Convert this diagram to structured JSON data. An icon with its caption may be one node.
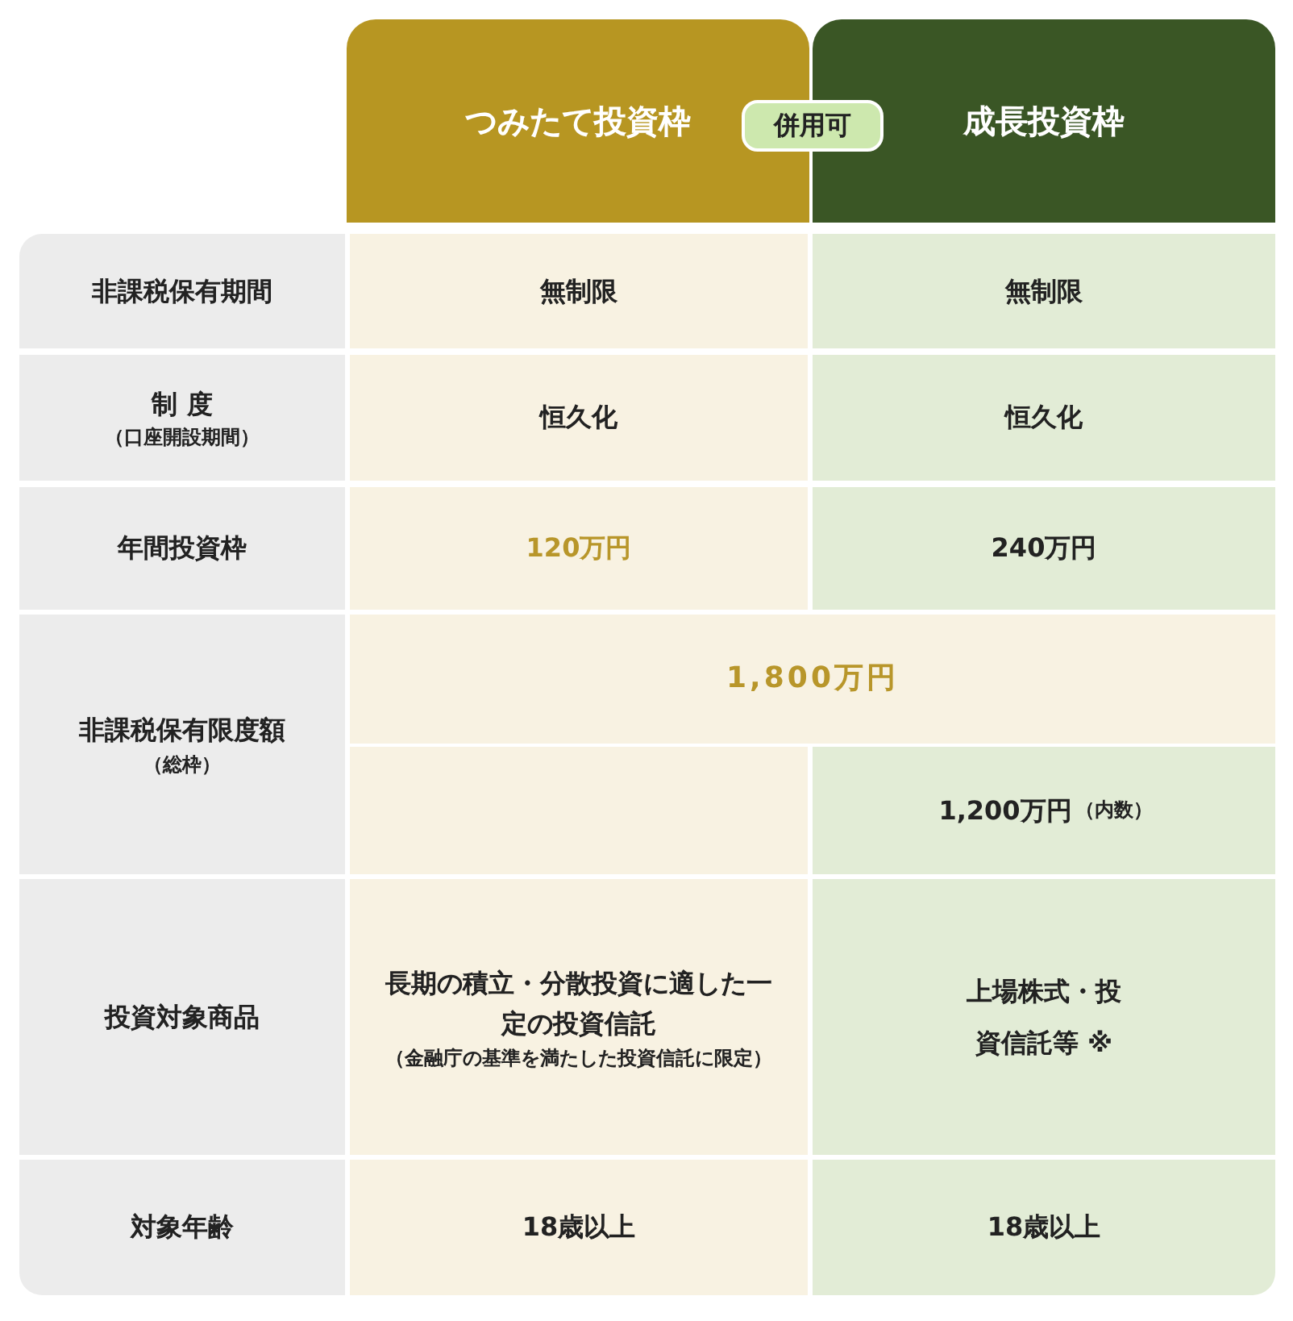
{
  "diagram": {
    "labels": [
      "つみたて投資枠",
      "併用可",
      "成長投資枠",
      "非課税保有期間",
      "無制限",
      "無制限",
      "制 度",
      "（口座開設期間）",
      "恒久化",
      "恒久化",
      "年間投資枠",
      "120万円",
      "240万円",
      "非課税保有限度額",
      "（総枠）",
      "1,800万円",
      "1,200万円",
      "（内数）",
      "投資対象商品",
      "長期の積立・分散投資に適した一定の投資信託",
      "（金融庁の基準を満たした投資信託に限定）",
      "上場株式・投資信託等 ※",
      "対象年齢",
      "18歳以上",
      "18歳以上"
    ]
  }
}
